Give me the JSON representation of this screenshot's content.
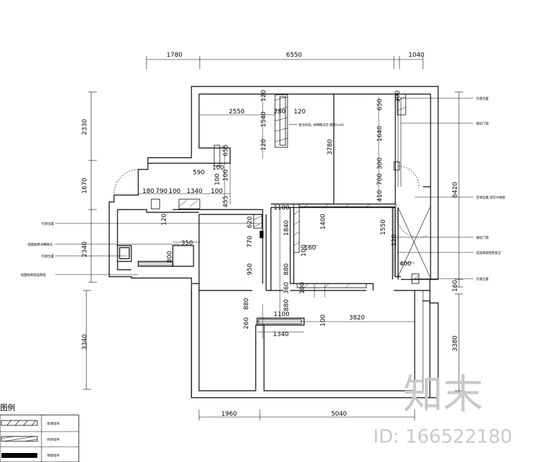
{
  "dimensions": {
    "top": [
      "1780",
      "6550",
      "1040"
    ],
    "left": [
      "2330",
      "1670",
      "2340",
      "3340"
    ],
    "right": [
      "6420",
      "160",
      "3380"
    ],
    "bottom": [
      "1960",
      "5040"
    ],
    "interior": [
      "2550",
      "280",
      "120",
      "120",
      "1540",
      "120",
      "3780",
      "650",
      "1640",
      "300",
      "700",
      "410",
      "300",
      "590",
      "100",
      "655",
      "100",
      "100",
      "180",
      "790",
      "100",
      "1340",
      "100",
      "455",
      "120",
      "1100",
      "620",
      "1840",
      "1400",
      "1550",
      "770",
      "350",
      "800",
      "950",
      "880",
      "160",
      "100",
      "120",
      "400",
      "360",
      "100",
      "880",
      "880",
      "260",
      "1100",
      "100",
      "3820",
      "1340"
    ]
  },
  "callouts": {
    "window_note": "窗台标高, 详细做法见 图纸(cad)",
    "right": [
      "包管位置",
      "推拉门窗",
      "空调位置,详见大样图",
      "推拉门窗",
      "成品隔墙暗柜安全",
      "包管位置"
    ],
    "left": [
      "包管位置",
      "墙面贴砖详细做法",
      "包管位置",
      "墙面贴砖成品隔墙"
    ]
  },
  "legend": {
    "title": "图例",
    "rows": [
      "新建墙体",
      "拆除墙体",
      "保留墙体"
    ]
  },
  "watermark": {
    "logo": "知末",
    "id": "ID: 166522180"
  }
}
